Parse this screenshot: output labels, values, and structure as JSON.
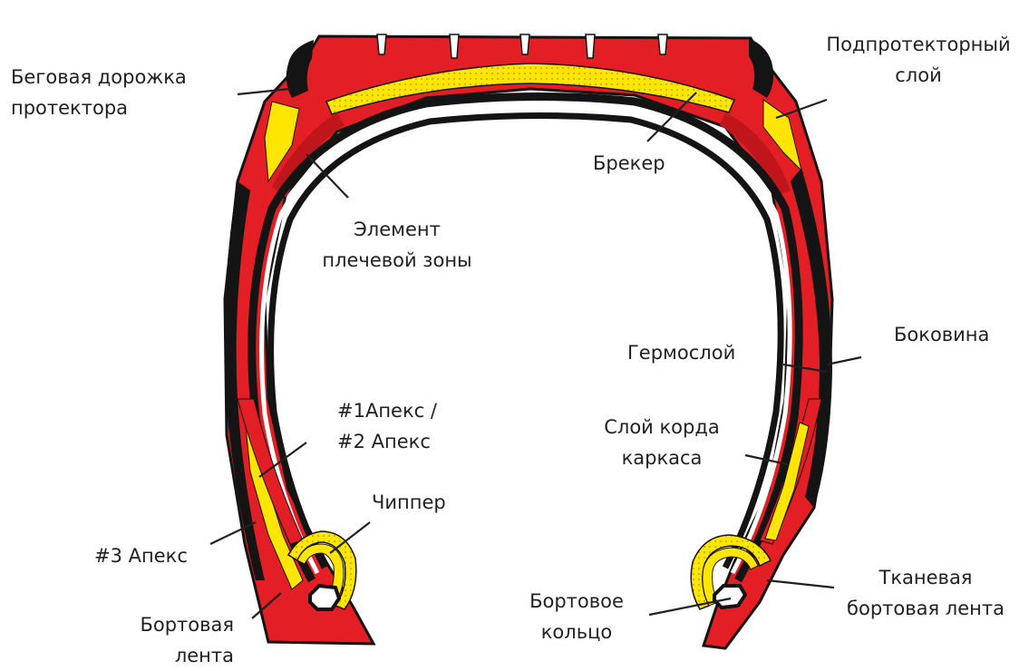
{
  "colors": {
    "rubber_red": "#e31e24",
    "belt_yellow": "#ffe600",
    "dot_color": "#c8a000",
    "black": "#141414",
    "leader": "#231f20",
    "background": "#ffffff"
  },
  "labels": {
    "tread": [
      "Беговая дорожка",
      "протектора"
    ],
    "undertread": [
      "Подпротекторный",
      "слой"
    ],
    "breaker": [
      "Брекер"
    ],
    "shoulder": [
      "Элемент",
      "плечевой зоны"
    ],
    "sidewall": [
      "Боковина"
    ],
    "innerliner": [
      "Гермослой"
    ],
    "carcass": [
      "Слой корда",
      "каркаса"
    ],
    "apex12": [
      "#1Апекс /",
      "#2 Апекс"
    ],
    "chipper": [
      "Чиппер"
    ],
    "apex3": [
      "#3 Апекс"
    ],
    "bead_strip": [
      "Бортовая",
      "лента"
    ],
    "bead_core": [
      "Бортовое",
      "кольцо"
    ],
    "fabric_strip": [
      "Тканевая",
      "бортовая лента"
    ]
  }
}
